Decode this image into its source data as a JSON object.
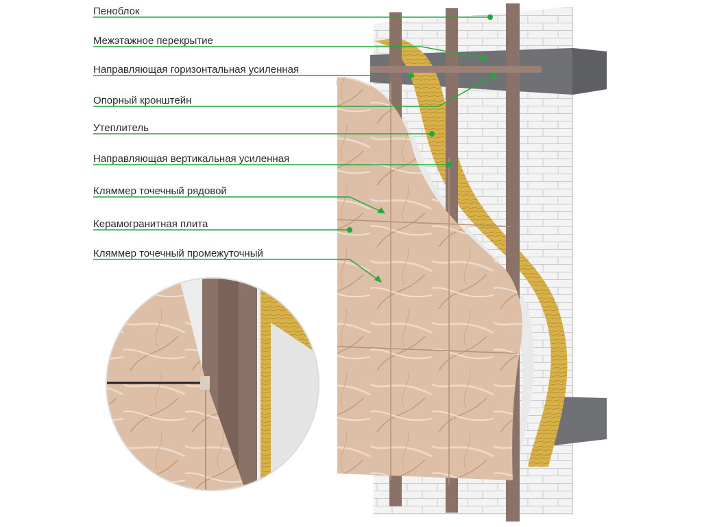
{
  "colors": {
    "leader": "#1faa3c",
    "tile": "#dcbfa6",
    "tile_dark": "#c9a68a",
    "metal": "#8a7268",
    "insulation": "#d8b14a",
    "membrane": "#ececec",
    "block": "#f2f2f2",
    "slab": "#6f7174"
  },
  "callouts": [
    {
      "label": "Пеноблок"
    },
    {
      "label": "Межэтажное перекрытие"
    },
    {
      "label": "Направляющая горизонтальная усиленная"
    },
    {
      "label": "Опорный кронштейн"
    },
    {
      "label": "Утеплитель"
    },
    {
      "label": "Направляющая вертикальная усиленная"
    },
    {
      "label": "Кляммер точечный рядовой"
    },
    {
      "label": "Керамогранитная плита"
    },
    {
      "label": "Кляммер точечный промежуточный"
    }
  ]
}
